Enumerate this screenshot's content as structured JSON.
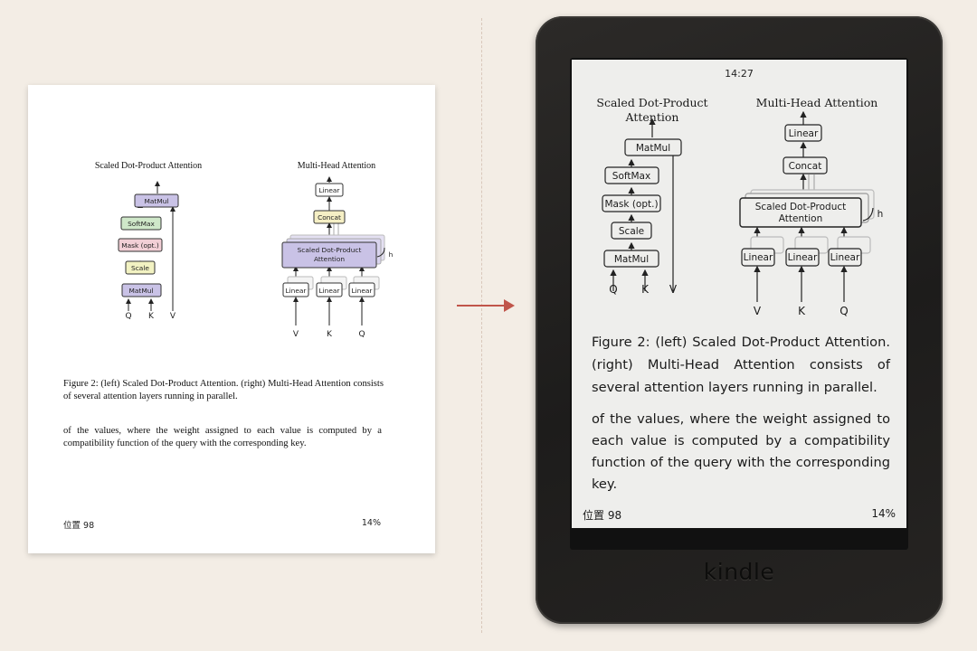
{
  "comparison": {
    "source_page": {
      "figure": {
        "left_title": "Scaled Dot-Product Attention",
        "right_title": "Multi-Head Attention",
        "sdpa_blocks": [
          "MatMul",
          "SoftMax",
          "Mask (opt.)",
          "Scale",
          "MatMul"
        ],
        "sdpa_inputs": [
          "Q",
          "K",
          "V"
        ],
        "mha_blocks": [
          "Linear",
          "Concat"
        ],
        "mha_attention_block": [
          "Scaled Dot-Product",
          "Attention"
        ],
        "mha_linear": "Linear",
        "mha_inputs": [
          "V",
          "K",
          "Q"
        ],
        "heads_label": "h"
      },
      "caption": "Figure 2: (left) Scaled Dot-Product Attention. (right) Multi-Head Attention consists of several attention layers running in parallel.",
      "body_text": "of the values, where the weight assigned to each value is computed by a compatibility function of the query with the corresponding key.",
      "location": "位置 98",
      "progress": "14%"
    },
    "kindle": {
      "clock": "14:27",
      "figure": {
        "left_title": [
          "Scaled Dot-Product",
          "Attention"
        ],
        "right_title": "Multi-Head Attention",
        "sdpa_blocks": [
          "MatMul",
          "SoftMax",
          "Mask (opt.)",
          "Scale",
          "MatMul"
        ],
        "sdpa_inputs": [
          "Q",
          "K",
          "V"
        ],
        "mha_blocks": [
          "Linear",
          "Concat"
        ],
        "mha_attention_block": [
          "Scaled Dot-Product",
          "Attention"
        ],
        "mha_linear": "Linear",
        "mha_inputs": [
          "V",
          "K",
          "Q"
        ],
        "heads_label": "h"
      },
      "caption": "Figure 2: (left) Scaled Dot-Product Attention. (right) Multi-Head Attention consists of several attention layers running in parallel.",
      "body_text": "of the values, where the weight assigned to each value is computed by a compatibility function of the query with the corresponding key.",
      "location": "位置 98",
      "progress": "14%",
      "brand": "kindle"
    },
    "colors": {
      "background": "#f3ede5",
      "arrow": "#c0554a",
      "divider": "#d9c8bb",
      "matmul": "#c9c2e6",
      "softmax": "#cfe8c9",
      "mask": "#f2cfd6",
      "scale": "#f2f2c2",
      "concat": "#f5efc4",
      "kindle_body": "#1f1e1d",
      "eink_screen": "#eeeeec"
    }
  }
}
